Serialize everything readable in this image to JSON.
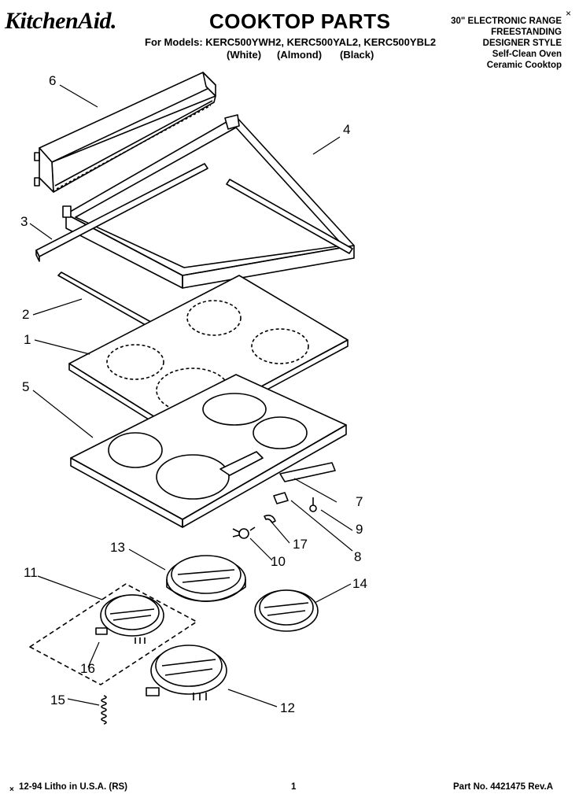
{
  "header": {
    "brand": "KitchenAid.",
    "title": "COOKTOP PARTS",
    "models_line": "For Models: KERC500YWH2, KERC500YAL2, KERC500YBL2",
    "color_white": "(White)",
    "color_almond": "(Almond)",
    "color_black": "(Black)",
    "spec_lines": [
      "30\" ELECTRONIC RANGE",
      "FREESTANDING",
      "DESIGNER STYLE",
      "Self-Clean Oven",
      "Ceramic Cooktop"
    ],
    "corner_mark": "×"
  },
  "callouts": [
    "6",
    "4",
    "3",
    "2",
    "1",
    "5",
    "7",
    "9",
    "17",
    "8",
    "10",
    "13",
    "11",
    "14",
    "16",
    "12",
    "15"
  ],
  "footer": {
    "litho": "12-94 Litho in U.S.A. (RS)",
    "page": "1",
    "part_no": "Part No. 4421475 Rev.A",
    "corner_mark": "×"
  }
}
